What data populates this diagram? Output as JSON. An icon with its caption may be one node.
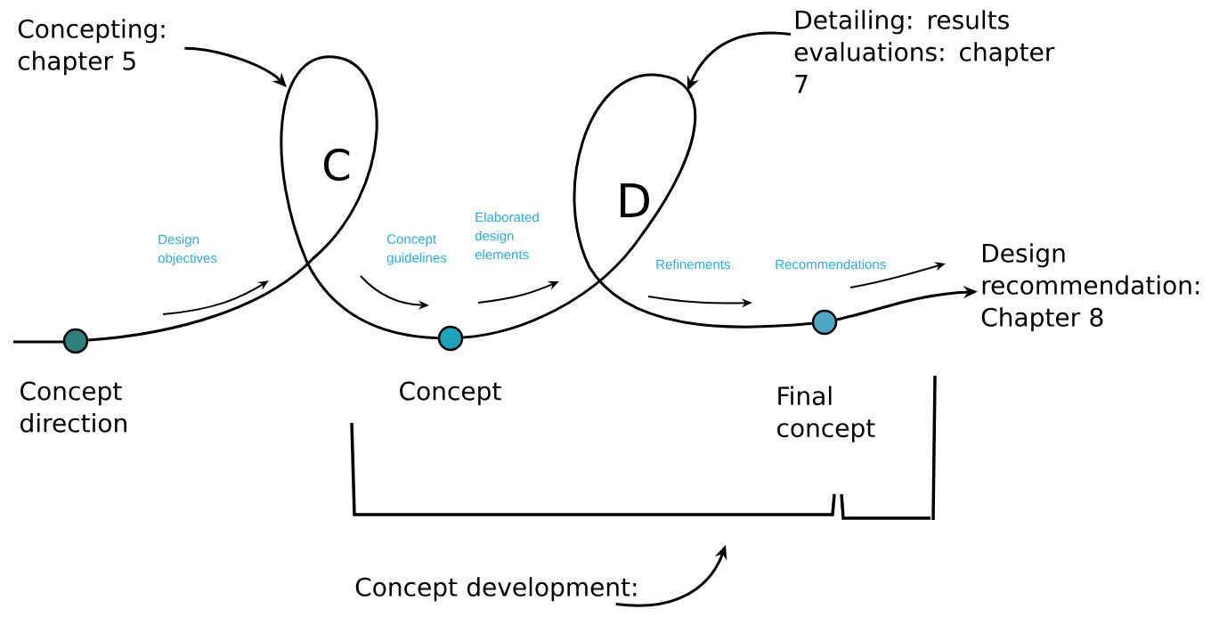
{
  "diagram": {
    "nodes": [
      {
        "text": [
          "Concepting: chapter 5"
        ]
      },
      {
        "text": [
          "Detailing: results evaluations: chapter 7"
        ]
      },
      {
        "text": [],
        "shape": "circle",
        "beside": [
          "Concept direction"
        ]
      },
      {
        "text": [],
        "shape": "circle",
        "beside": [
          "Concept"
        ]
      },
      {
        "text": [],
        "shape": "circle",
        "beside": [
          "Final concept"
        ]
      },
      {
        "text": [
          "Design recommendation: Chapter 8"
        ]
      },
      {
        "text": [
          "Concept development:"
        ]
      }
    ],
    "edges": [
      {
        "from": 0,
        "to": null,
        "arrow": "to"
      },
      {
        "from": 1,
        "to": null,
        "arrow": "to"
      },
      {
        "from": 2,
        "to": 3,
        "arrow": "none"
      },
      {
        "from": 3,
        "to": 4,
        "arrow": "none"
      },
      {
        "from": 4,
        "to": 5,
        "arrow": "to"
      },
      {
        "from": 6,
        "to": null,
        "arrow": "to"
      }
    ],
    "labels": [
      "C",
      "D",
      "Design objectives",
      "Concept guidelines",
      "Elaborated design elements",
      "Refinements",
      "Recommendations"
    ]
  }
}
